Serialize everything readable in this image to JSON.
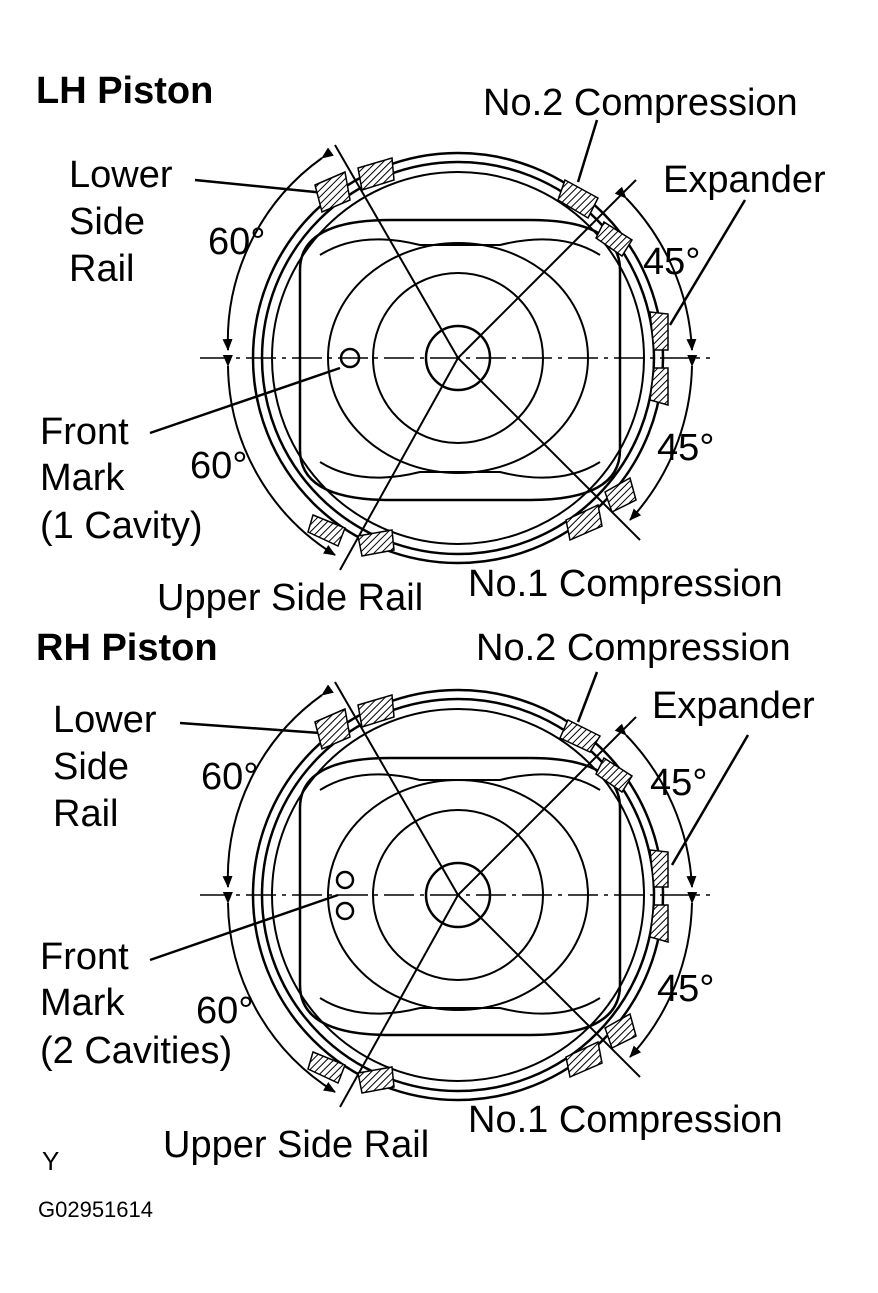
{
  "lh": {
    "title": "LH Piston",
    "no2": "No.2 Compression",
    "expander": "Expander",
    "lower1": "Lower",
    "lower2": "Side",
    "lower3": "Rail",
    "ang60a": "60°",
    "ang45a": "45°",
    "ang60b": "60°",
    "ang45b": "45°",
    "front1": "Front",
    "front2": "Mark",
    "front3": "(1 Cavity)",
    "upper": "Upper Side Rail",
    "no1": "No.1 Compression"
  },
  "rh": {
    "title": "RH Piston",
    "no2": "No.2 Compression",
    "expander": "Expander",
    "lower1": "Lower",
    "lower2": "Side",
    "lower3": "Rail",
    "ang60a": "60°",
    "ang45a": "45°",
    "ang60b": "60°",
    "ang45b": "45°",
    "front1": "Front",
    "front2": "Mark",
    "front3": "(2 Cavities)",
    "upper": "Upper Side Rail",
    "no1": "No.1 Compression"
  },
  "footer": {
    "mark": "Y",
    "code": "G02951614"
  }
}
